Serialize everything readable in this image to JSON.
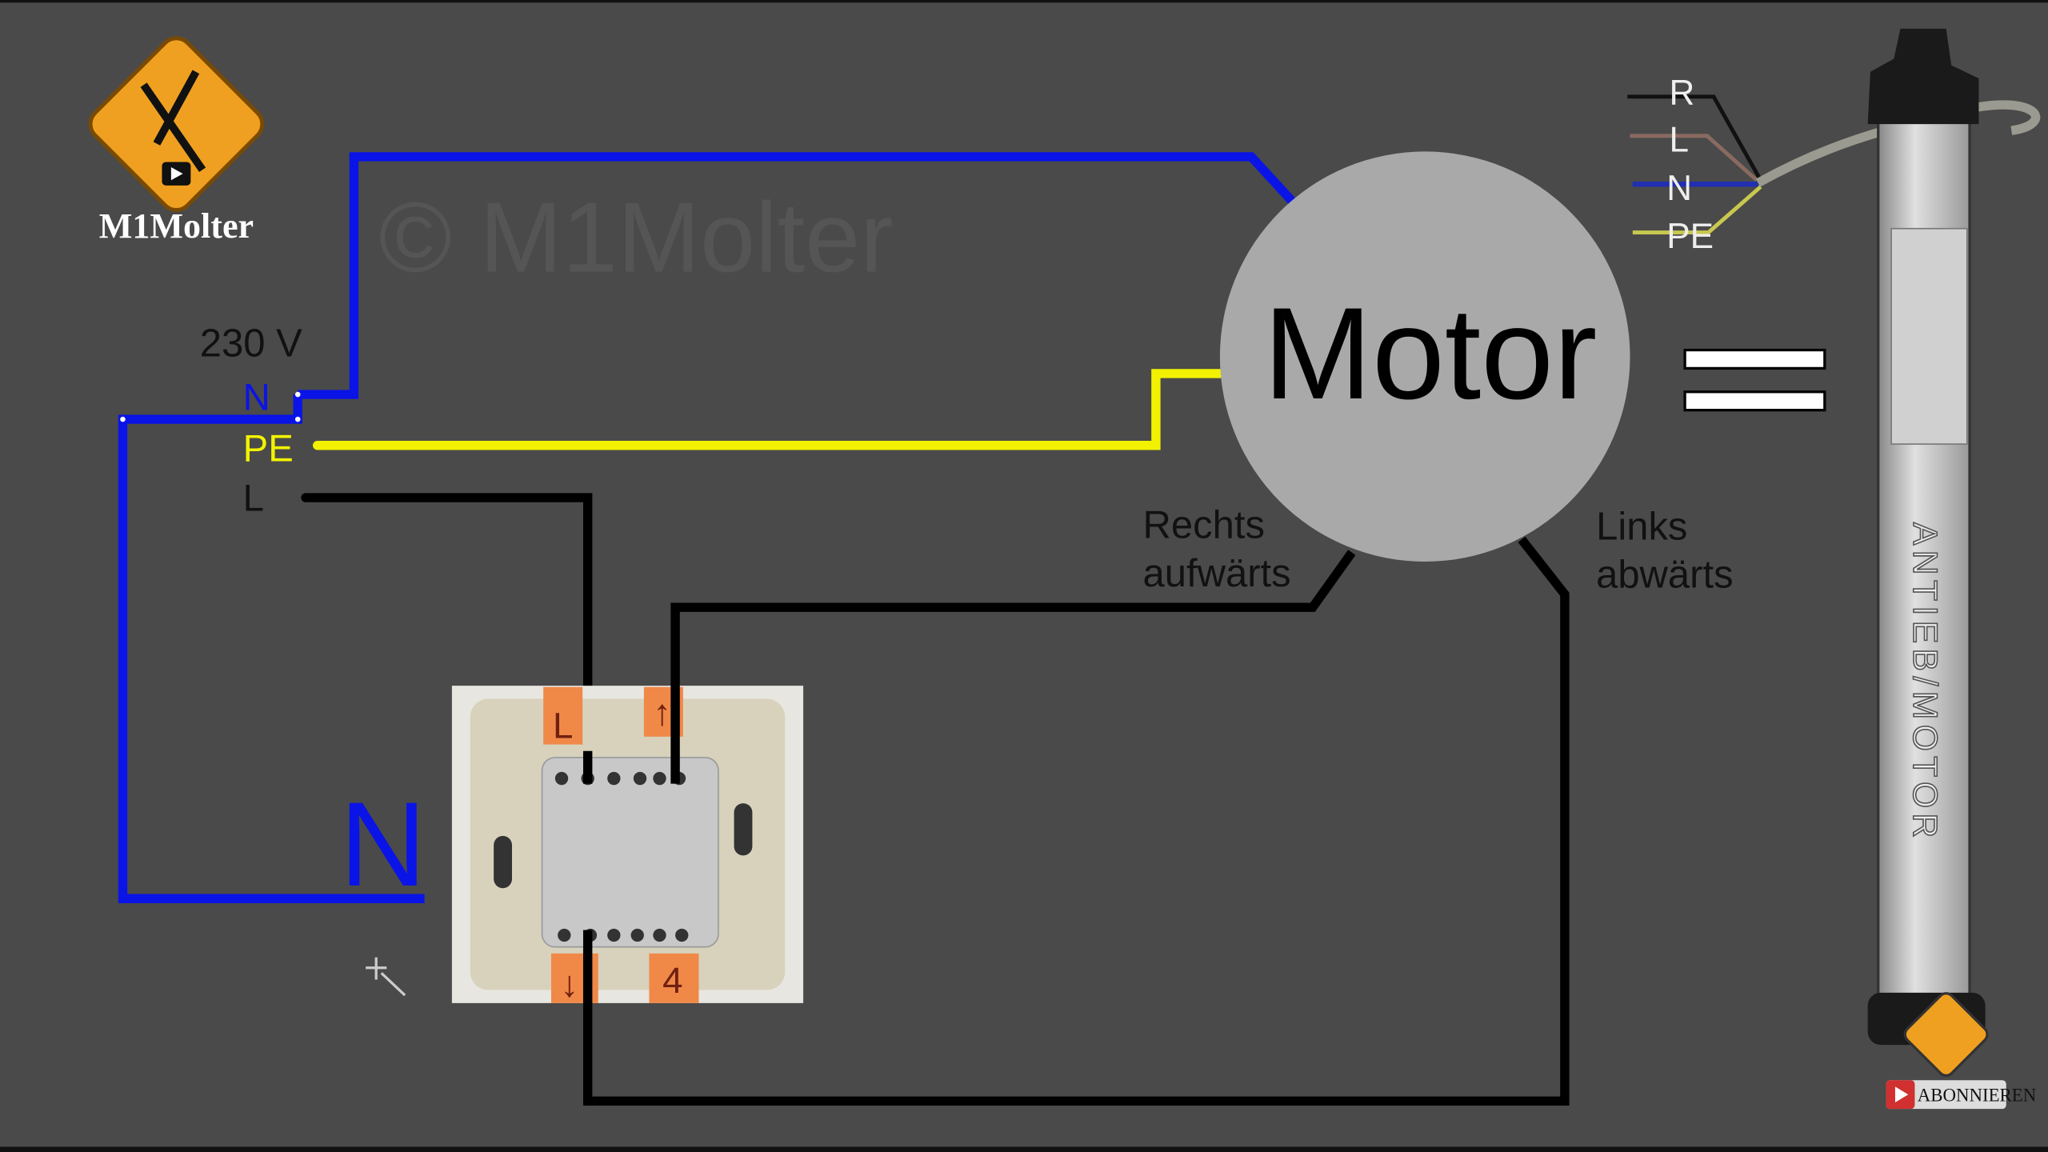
{
  "channel": {
    "name": "M1Molter",
    "watermark": "© M1Molter",
    "subscribe_label": "ABONNIEREN"
  },
  "supply": {
    "voltage": "230 V",
    "n_label": "N",
    "pe_label": "PE",
    "l_label": "L",
    "big_n_label": "N"
  },
  "motor": {
    "label": "Motor",
    "right_line1": "Rechts",
    "right_line2": "aufwärts",
    "left_line1": "Links",
    "left_line2": "abwärts"
  },
  "equals": "=",
  "motor_wires": {
    "r": "R",
    "l": "L",
    "n": "N",
    "pe": "PE"
  },
  "tube_text": "ANTIEB/MOTOR",
  "switch_labels": {
    "top_left": "L",
    "top_right": "↑",
    "bottom_left": "↓",
    "bottom_right": "4"
  },
  "colors": {
    "background": "#4a4a4a",
    "neutral": "#0a14e6",
    "earth": "#f2f200",
    "phase": "#000000",
    "motor": "#a9a9a9",
    "logo": "#f0a020"
  }
}
